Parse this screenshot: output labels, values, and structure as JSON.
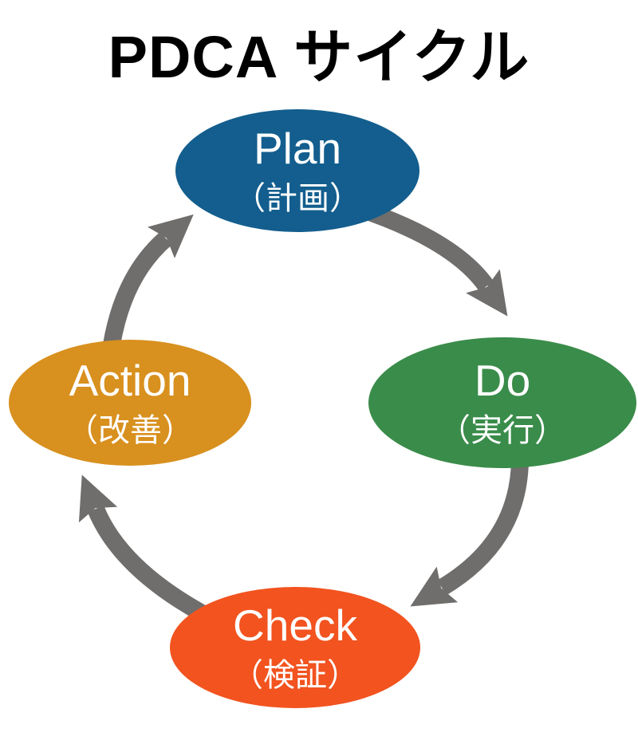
{
  "title": "PDCA サイクル",
  "colors": {
    "plan": "#135E8E",
    "do": "#3A8C4A",
    "check": "#F2531F",
    "action": "#D8901E",
    "arrow": "#6F6E6C",
    "title_text": "#000000",
    "node_text": "#FFFFFF",
    "background": "#FFFFFF"
  },
  "nodes": [
    {
      "id": "plan",
      "label": "Plan",
      "sublabel": "（計画）"
    },
    {
      "id": "do",
      "label": "Do",
      "sublabel": "（実行）"
    },
    {
      "id": "check",
      "label": "Check",
      "sublabel": "（検証）"
    },
    {
      "id": "action",
      "label": "Action",
      "sublabel": "（改善）"
    }
  ],
  "arrows": [
    {
      "from": "Plan",
      "to": "Do"
    },
    {
      "from": "Do",
      "to": "Check"
    },
    {
      "from": "Check",
      "to": "Action"
    },
    {
      "from": "Action",
      "to": "Plan"
    }
  ]
}
